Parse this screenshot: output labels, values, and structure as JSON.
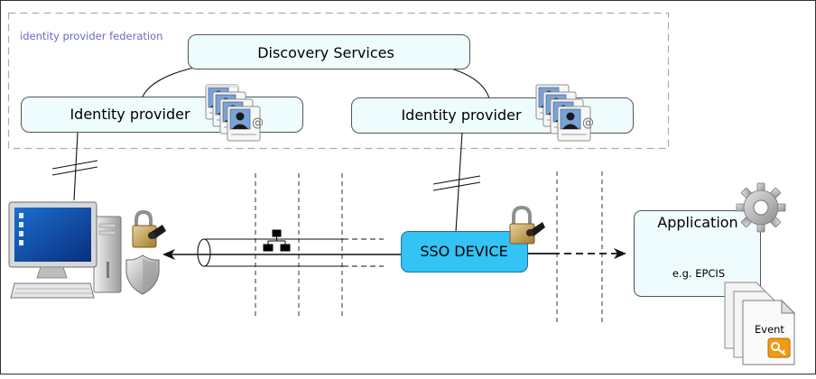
{
  "federation": {
    "label": "identity provider federation"
  },
  "discovery": {
    "label": "Discovery Services"
  },
  "idp_left": {
    "label": "Identity provider"
  },
  "idp_right": {
    "label": "Identity provider"
  },
  "sso": {
    "label": "SSO DEVICE"
  },
  "application": {
    "title": "Application",
    "subtitle": "e.g. EPCIS"
  },
  "event": {
    "label": "Event"
  },
  "colors": {
    "box_fill": "#eefcfd",
    "sso_fill": "#33c3f5",
    "federation_border": "#a9a9c9",
    "federation_text": "#6a6ac0"
  },
  "icons": [
    "desktop-computer-icon",
    "padlock-icon",
    "shield-icon",
    "contact-cards-icon",
    "network-icon",
    "gear-icon",
    "document-icon",
    "key-icon"
  ]
}
